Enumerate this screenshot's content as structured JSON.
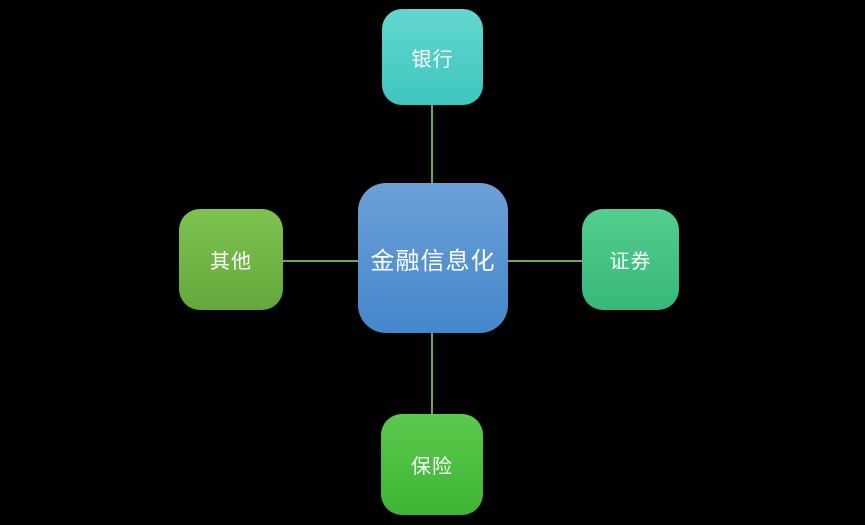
{
  "diagram": {
    "background": "#000000",
    "edge_color": "#6EAA4B",
    "text_color": "#FFFFFF",
    "center_node": {
      "id": "center",
      "label": "金融信息化",
      "color_top": "#6CA0D8",
      "color_bottom": "#4487CB"
    },
    "nodes": [
      {
        "id": "bank",
        "label": "银行",
        "position": "top",
        "color_top": "#62D7CE",
        "color_bottom": "#3FC5BF"
      },
      {
        "id": "securities",
        "label": "证券",
        "position": "right",
        "color_top": "#53CE8E",
        "color_bottom": "#37B879"
      },
      {
        "id": "insurance",
        "label": "保险",
        "position": "bottom",
        "color_top": "#5CC84D",
        "color_bottom": "#3EB534"
      },
      {
        "id": "other",
        "label": "其他",
        "position": "left",
        "color_top": "#7DC350",
        "color_bottom": "#64A83C"
      }
    ],
    "edges": [
      {
        "from": "center",
        "to": "bank"
      },
      {
        "from": "center",
        "to": "securities"
      },
      {
        "from": "center",
        "to": "insurance"
      },
      {
        "from": "center",
        "to": "other"
      }
    ]
  }
}
